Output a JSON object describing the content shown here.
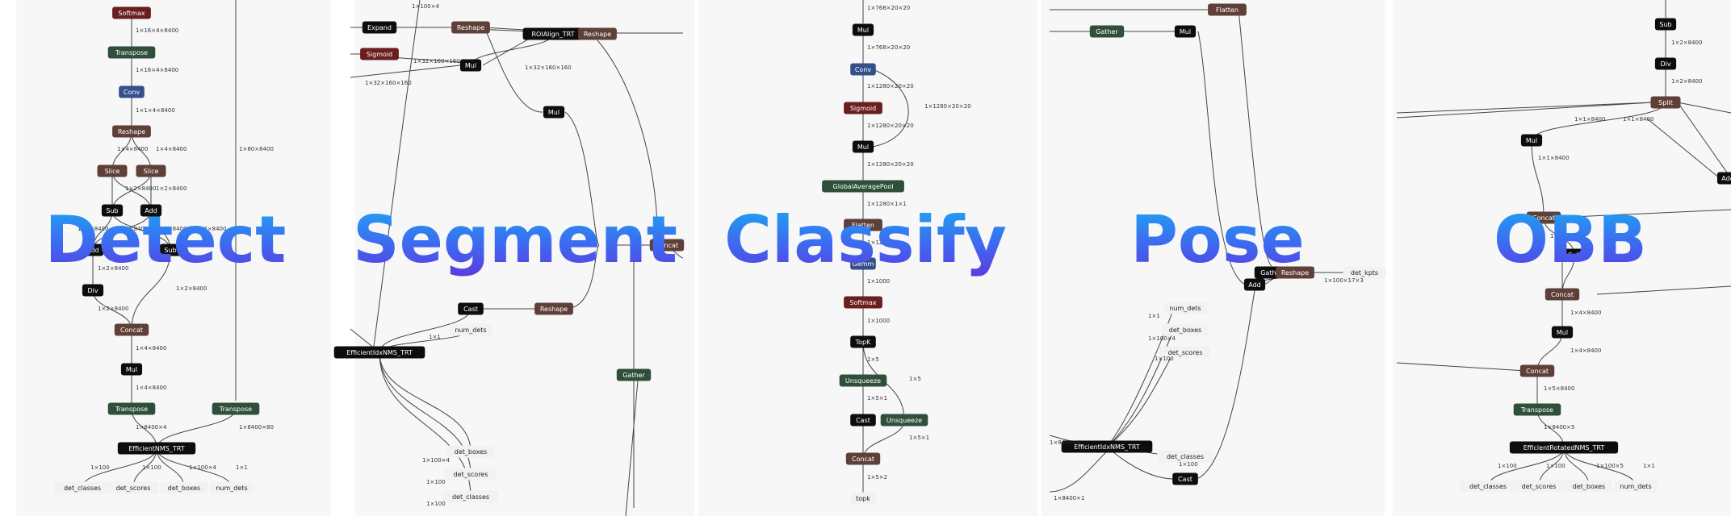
{
  "colors": {
    "node": {
      "dark": "#0d0d0d",
      "brown": "#5e4038",
      "blue": "#33508a",
      "red": "#6a1e1e",
      "green": "#2f4f3a",
      "io": "#f2f2f2"
    },
    "title_gradient": [
      "#1aaaf2",
      "#3d6af0",
      "#5b3ae0"
    ]
  },
  "panels": [
    {
      "id": "detect",
      "title": "Detect",
      "nodes": [
        {
          "label": "Softmax",
          "kind": "red"
        },
        {
          "label": "Transpose",
          "kind": "green"
        },
        {
          "label": "Conv",
          "kind": "blue"
        },
        {
          "label": "Reshape",
          "kind": "brown"
        },
        {
          "label": "Slice",
          "kind": "brown"
        },
        {
          "label": "Slice",
          "kind": "brown"
        },
        {
          "label": "Sub",
          "kind": "dark"
        },
        {
          "label": "Add",
          "kind": "dark"
        },
        {
          "label": "Add",
          "kind": "dark"
        },
        {
          "label": "Sub",
          "kind": "dark"
        },
        {
          "label": "Div",
          "kind": "dark"
        },
        {
          "label": "Concat",
          "kind": "brown"
        },
        {
          "label": "Mul",
          "kind": "dark"
        },
        {
          "label": "Transpose",
          "kind": "green"
        },
        {
          "label": "Transpose",
          "kind": "green"
        },
        {
          "label": "EfficientNMS_TRT",
          "kind": "dark"
        },
        {
          "label": "det_classes",
          "kind": "io"
        },
        {
          "label": "det_scores",
          "kind": "io"
        },
        {
          "label": "det_boxes",
          "kind": "io"
        },
        {
          "label": "num_dets",
          "kind": "io"
        }
      ],
      "labels": [
        "1×16×4×8400",
        "1×16×4×8400",
        "1×1×4×8400",
        "1×4×8400",
        "1×4×8400",
        "1×2×8400",
        "1×2×8400",
        "1×2×8400",
        "1×2×8400",
        "1×2×8400",
        "1×2×8400",
        "1×2×8400",
        "1×2×8400",
        "1×2×8400",
        "1×4×8400",
        "1×4×8400",
        "1×8400×4",
        "1×80×8400",
        "1×8400×80",
        "1×100",
        "1×100",
        "1×100×4",
        "1×1"
      ]
    },
    {
      "id": "segment",
      "title": "Segment",
      "nodes": [
        {
          "label": "Expand",
          "kind": "dark"
        },
        {
          "label": "Reshape",
          "kind": "brown"
        },
        {
          "label": "Sigmoid",
          "kind": "red"
        },
        {
          "label": "Mul",
          "kind": "dark"
        },
        {
          "label": "ROIAlign_TRT",
          "kind": "dark"
        },
        {
          "label": "Reshape",
          "kind": "brown"
        },
        {
          "label": "Mul",
          "kind": "dark"
        },
        {
          "label": "Concat",
          "kind": "brown"
        },
        {
          "label": "Cast",
          "kind": "dark"
        },
        {
          "label": "Reshape",
          "kind": "brown"
        },
        {
          "label": "EfficientIdxNMS_TRT",
          "kind": "dark"
        },
        {
          "label": "num_dets",
          "kind": "io"
        },
        {
          "label": "Gather",
          "kind": "green"
        },
        {
          "label": "det_boxes",
          "kind": "io"
        },
        {
          "label": "det_scores",
          "kind": "io"
        },
        {
          "label": "det_classes",
          "kind": "io"
        }
      ],
      "labels": [
        "1×100×4",
        "1×32×160×160",
        "1×32×160×160",
        "1×32×160×160",
        "1×1",
        "1×100×4",
        "1×100",
        "1×100"
      ]
    },
    {
      "id": "classify",
      "title": "Classify",
      "nodes": [
        {
          "label": "Mul",
          "kind": "dark"
        },
        {
          "label": "Conv",
          "kind": "blue"
        },
        {
          "label": "Sigmoid",
          "kind": "red"
        },
        {
          "label": "Mul",
          "kind": "dark"
        },
        {
          "label": "GlobalAveragePool",
          "kind": "green"
        },
        {
          "label": "Flatten",
          "kind": "brown"
        },
        {
          "label": "Gemm",
          "kind": "blue"
        },
        {
          "label": "Softmax",
          "kind": "red"
        },
        {
          "label": "TopK",
          "kind": "dark"
        },
        {
          "label": "Unsqueeze",
          "kind": "green"
        },
        {
          "label": "Cast",
          "kind": "dark"
        },
        {
          "label": "Unsqueeze",
          "kind": "green"
        },
        {
          "label": "Concat",
          "kind": "brown"
        },
        {
          "label": "topk",
          "kind": "io"
        }
      ],
      "labels": [
        "1×768×20×20",
        "1×768×20×20",
        "1×1280×20×20",
        "1×1280×20×20",
        "1×1280×20×20",
        "1×1280×20×20",
        "1×1280×1×1",
        "1×1280",
        "1×1000",
        "1×1000",
        "1×5",
        "1×5",
        "1×5×1",
        "1×5×1",
        "1×5×2"
      ]
    },
    {
      "id": "pose",
      "title": "Pose",
      "nodes": [
        {
          "label": "Flatten",
          "kind": "brown"
        },
        {
          "label": "Gather",
          "kind": "green"
        },
        {
          "label": "Mul",
          "kind": "dark"
        },
        {
          "label": "Gather",
          "kind": "dark"
        },
        {
          "label": "Reshape",
          "kind": "brown"
        },
        {
          "label": "det_kpts",
          "kind": "io"
        },
        {
          "label": "Add",
          "kind": "dark"
        },
        {
          "label": "num_dets",
          "kind": "io"
        },
        {
          "label": "det_boxes",
          "kind": "io"
        },
        {
          "label": "det_scores",
          "kind": "io"
        },
        {
          "label": "EfficientIdxNMS_TRT",
          "kind": "dark"
        },
        {
          "label": "det_classes",
          "kind": "io"
        },
        {
          "label": "Cast",
          "kind": "dark"
        }
      ],
      "labels": [
        "1×100×17×3",
        "1×1",
        "1×100×4",
        "1×100",
        "1×8400×4",
        "1×100",
        "1×8400×1"
      ]
    },
    {
      "id": "obb",
      "title": "OBB",
      "nodes": [
        {
          "label": "Sub",
          "kind": "dark"
        },
        {
          "label": "Div",
          "kind": "dark"
        },
        {
          "label": "Split",
          "kind": "brown"
        },
        {
          "label": "Mul",
          "kind": "dark"
        },
        {
          "label": "Add",
          "kind": "dark"
        },
        {
          "label": "Concat",
          "kind": "brown"
        },
        {
          "label": "Sub",
          "kind": "dark"
        },
        {
          "label": "Concat",
          "kind": "brown"
        },
        {
          "label": "Mul",
          "kind": "dark"
        },
        {
          "label": "Concat",
          "kind": "brown"
        },
        {
          "label": "Transpose",
          "kind": "green"
        },
        {
          "label": "EfficientRotatedNMS_TRT",
          "kind": "dark"
        },
        {
          "label": "det_classes",
          "kind": "io"
        },
        {
          "label": "det_scores",
          "kind": "io"
        },
        {
          "label": "det_boxes",
          "kind": "io"
        },
        {
          "label": "num_dets",
          "kind": "io"
        }
      ],
      "labels": [
        "1×2×8400",
        "1×2×8400",
        "1×1×8400",
        "1×1×8400",
        "1×1×8400",
        "1×2×8400",
        "1×4×8400",
        "1×4×8400",
        "1×5×8400",
        "1×8400×5",
        "1×100",
        "1×100",
        "1×100×5",
        "1×1"
      ]
    }
  ]
}
